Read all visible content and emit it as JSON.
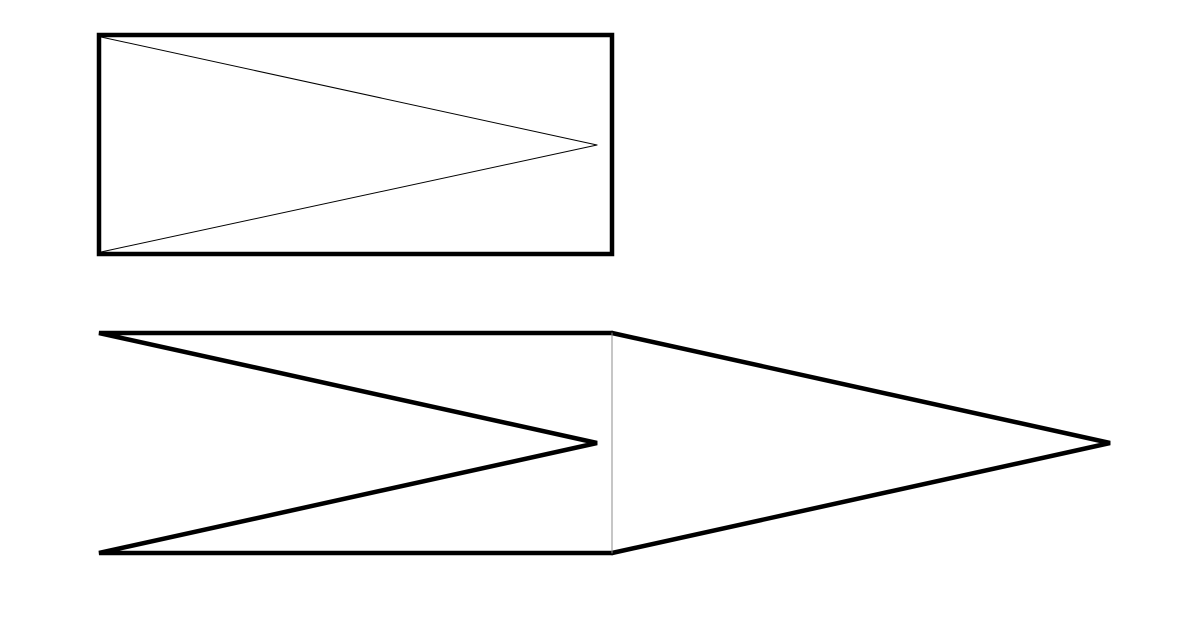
{
  "diagram": {
    "background": "#ffffff",
    "colors": {
      "outline": "#000000",
      "divider": "#8c8c8c"
    },
    "figures": [
      {
        "name": "rectangle-with-inscribed-triangle",
        "parts": [
          "rectangle-outline",
          "triangle-upper-edge",
          "triangle-lower-edge"
        ]
      },
      {
        "name": "rearranged-shape",
        "parts": [
          "notched-outline",
          "arrow-point",
          "divider-line"
        ]
      }
    ]
  }
}
